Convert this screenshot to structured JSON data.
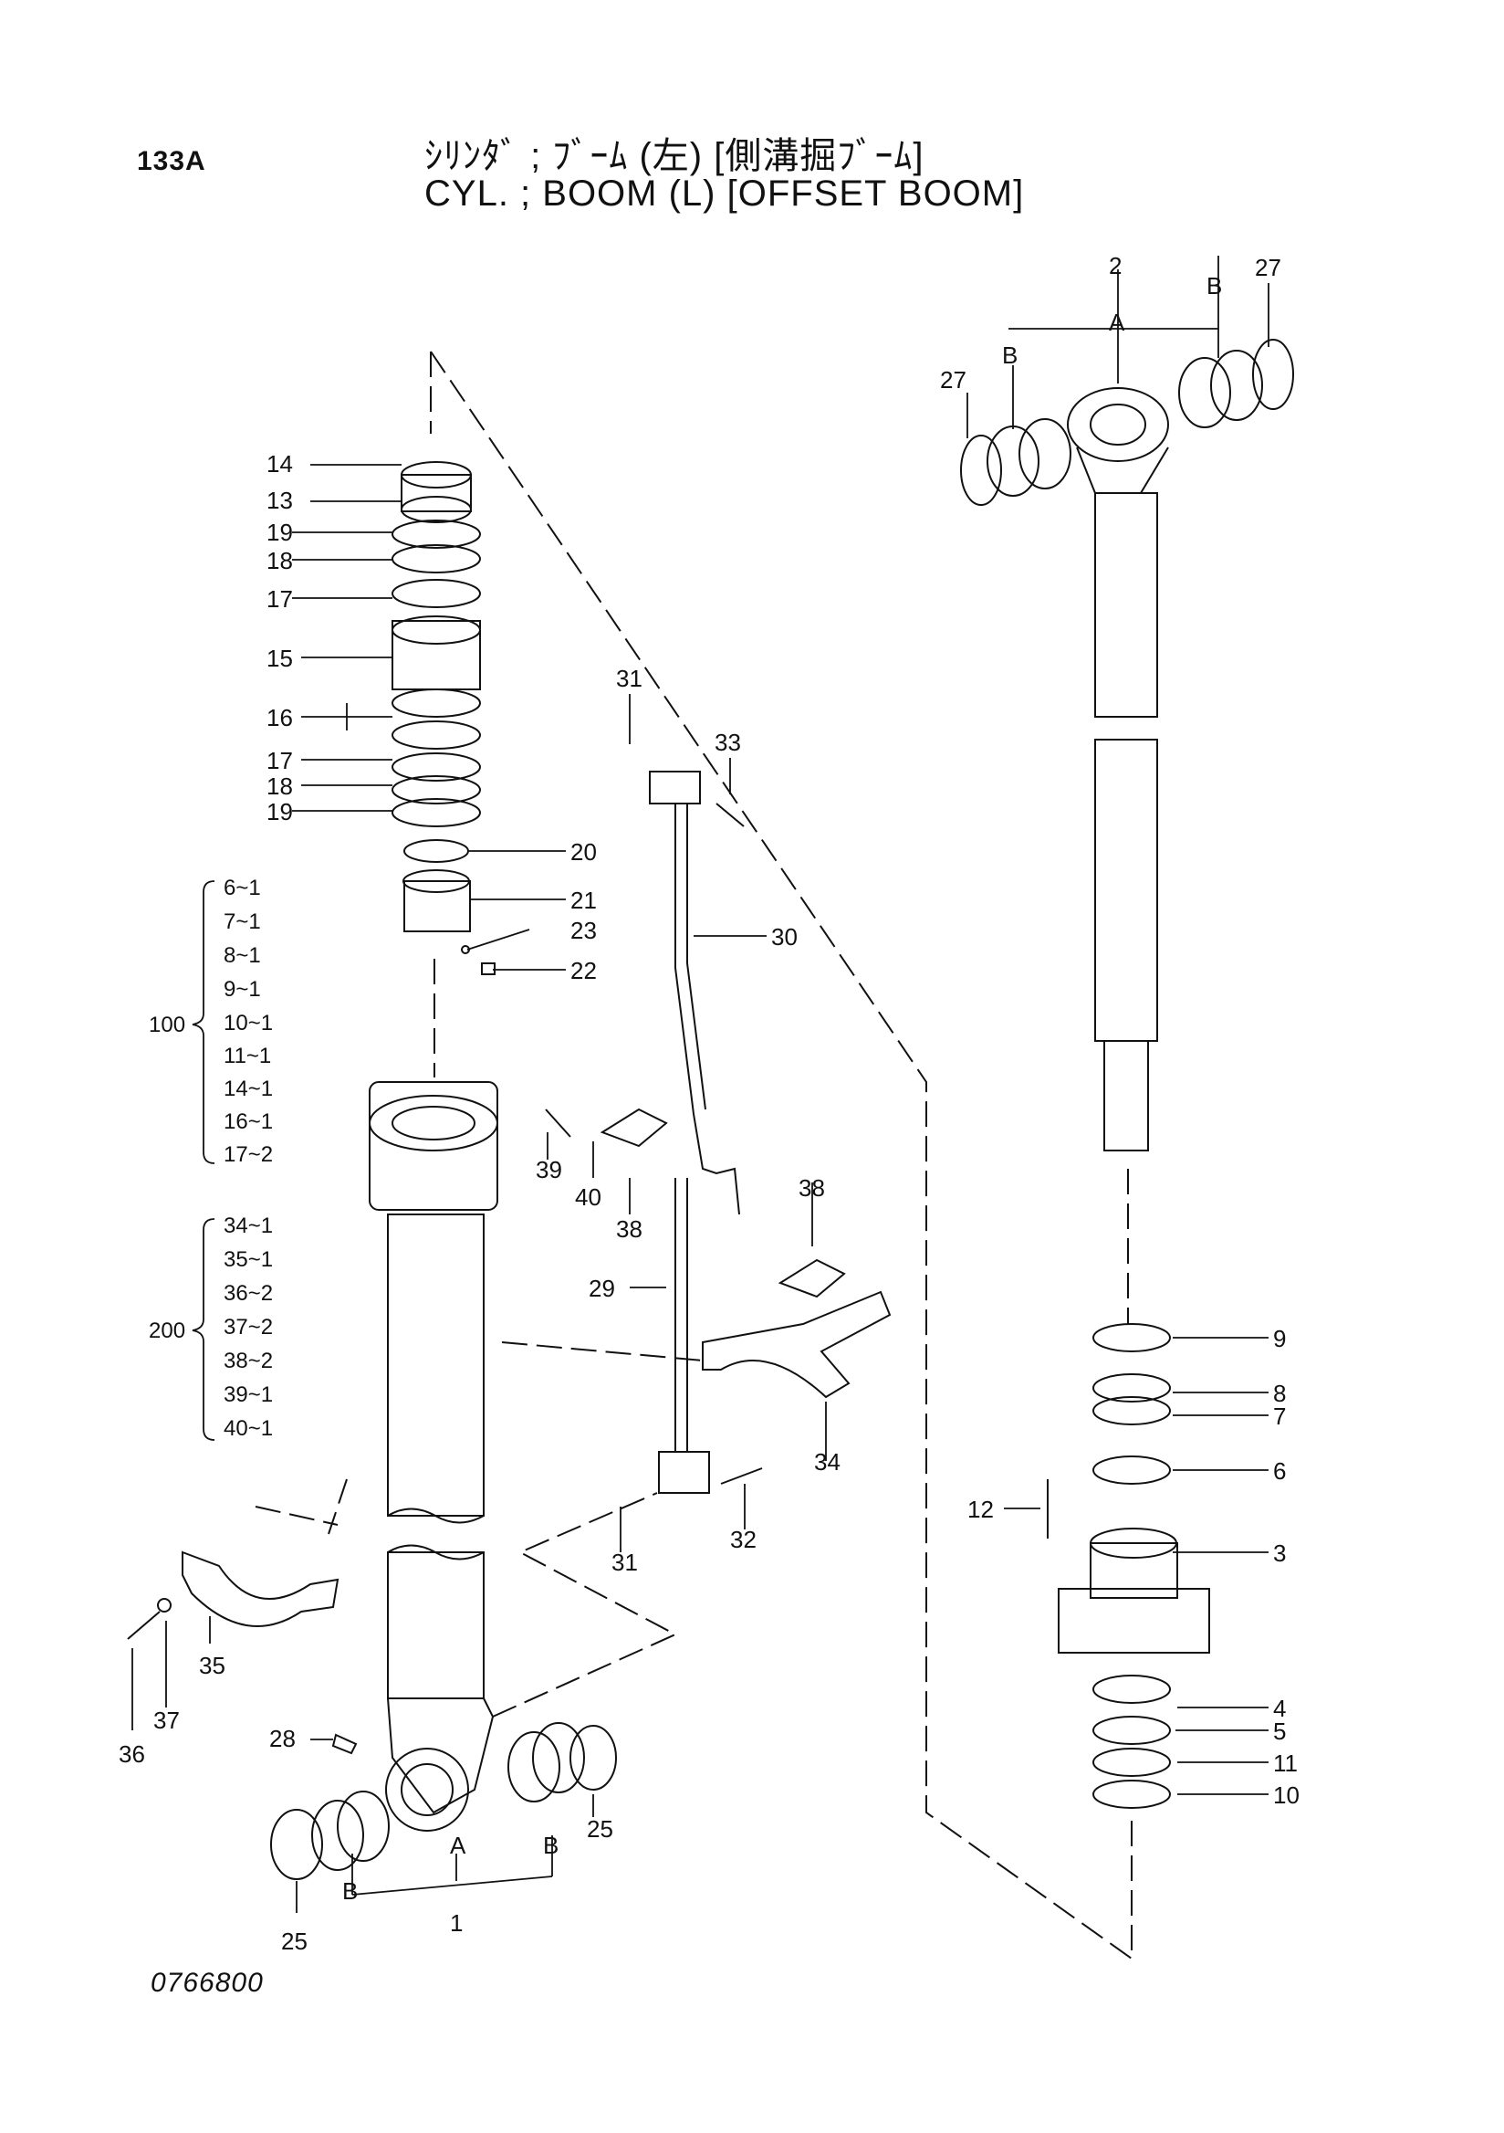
{
  "header": {
    "page_number": "133A",
    "title_jp": "ｼﾘﾝﾀﾞ ; ﾌﾞｰﾑ (左) [側溝掘ﾌﾞｰﾑ]",
    "title_en": "CYL. ; BOOM (L) [OFFSET BOOM]"
  },
  "footer": {
    "drawing_number": "0766800"
  },
  "callouts": {
    "c1": "1",
    "c2": "2",
    "c3": "3",
    "c4": "4",
    "c5": "5",
    "c6": "6",
    "c7": "7",
    "c8": "8",
    "c9": "9",
    "c10": "10",
    "c11": "11",
    "c12": "12",
    "c13": "13",
    "c14": "14",
    "c15": "15",
    "c16": "16",
    "c17": "17",
    "c18": "18",
    "c19": "19",
    "c20": "20",
    "c21": "21",
    "c22": "22",
    "c23": "23",
    "c25": "25",
    "c27": "27",
    "c28": "28",
    "c29": "29",
    "c30": "30",
    "c31": "31",
    "c32": "32",
    "c33": "33",
    "c34": "34",
    "c35": "35",
    "c36": "36",
    "c37": "37",
    "c38": "38",
    "c39": "39",
    "c40": "40",
    "A": "A",
    "B": "B"
  },
  "kit_100": {
    "label": "100",
    "items": [
      "6~1",
      "7~1",
      "8~1",
      "9~1",
      "10~1",
      "11~1",
      "14~1",
      "16~1",
      "17~2"
    ]
  },
  "kit_200": {
    "label": "200",
    "items": [
      "34~1",
      "35~1",
      "36~2",
      "37~2",
      "38~2",
      "39~1",
      "40~1"
    ]
  }
}
